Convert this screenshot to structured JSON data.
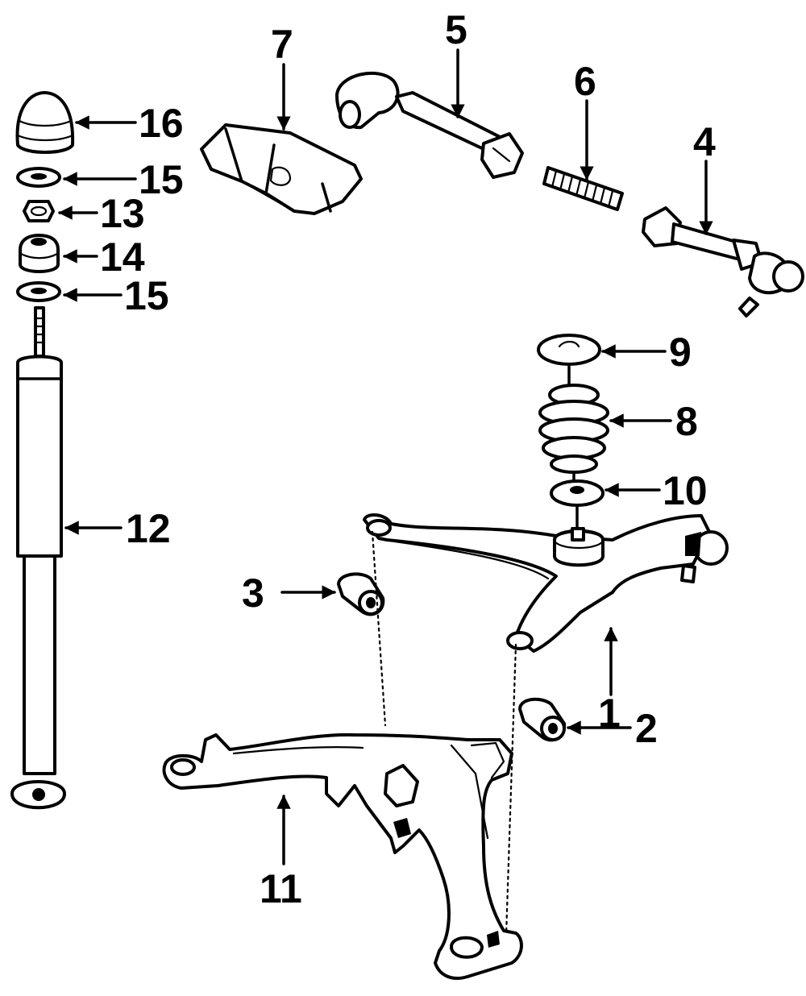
{
  "callouts": {
    "c1": "1",
    "c2": "2",
    "c3": "3",
    "c4": "4",
    "c5": "5",
    "c6": "6",
    "c7": "7",
    "c8": "8",
    "c9": "9",
    "c10": "10",
    "c11": "11",
    "c12": "12",
    "c13": "13",
    "c14": "14",
    "c15a": "15",
    "c15b": "15",
    "c16": "16"
  },
  "colors": {
    "ink": "#000000",
    "paper": "#ffffff"
  }
}
